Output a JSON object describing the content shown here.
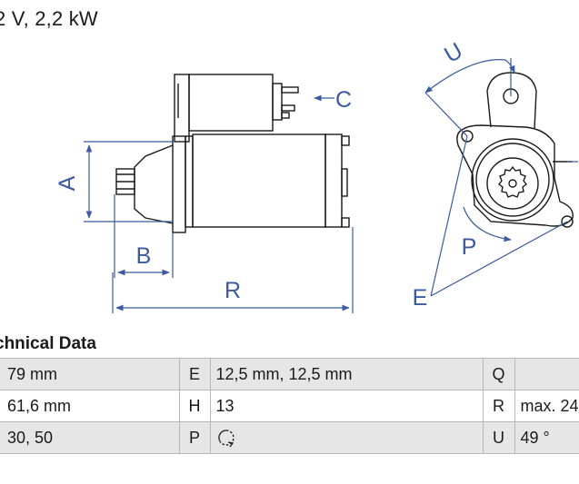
{
  "header": {
    "title": "2 V, 2,2 kW"
  },
  "drawing": {
    "labels": {
      "A": "A",
      "B": "B",
      "C": "C",
      "E": "E",
      "P": "P",
      "R": "R",
      "U": "U"
    },
    "line_color": "#3b5aa0",
    "outline_color": "#1a1a1a"
  },
  "technical_data": {
    "title": "chnical Data",
    "rows": [
      {
        "c1": "79 mm",
        "k2": "E",
        "c2": "12,5 mm, 12,5 mm",
        "k3": "Q",
        "c3": ""
      },
      {
        "c1": "61,6 mm",
        "k2": "H",
        "c2": "13",
        "k3": "R",
        "c3": "max. 24"
      },
      {
        "c1": "30, 50",
        "k2": "P",
        "c2": "",
        "c2_icon": "clockwise-rotation-icon",
        "k3": "U",
        "c3": "49 °"
      }
    ]
  }
}
